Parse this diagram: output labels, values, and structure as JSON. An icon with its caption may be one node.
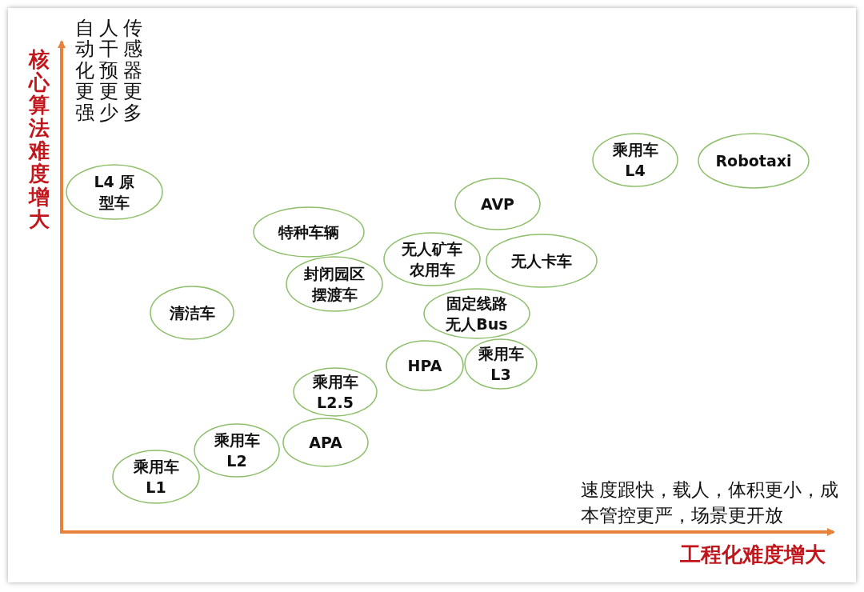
{
  "diagram": {
    "nodes": [
      {
        "text": [
          "乘用车 L4"
        ]
      },
      {
        "text": [
          "Robotaxi"
        ]
      },
      {
        "text": [
          "L4 原型车"
        ]
      },
      {
        "text": [
          "AVP"
        ]
      },
      {
        "text": [
          "特种车辆"
        ]
      },
      {
        "text": [
          "无人矿车农用车"
        ]
      },
      {
        "text": [
          "无人卡车"
        ]
      },
      {
        "text": [
          "封闭园区摆渡车"
        ]
      },
      {
        "text": [
          "清洁车"
        ]
      },
      {
        "text": [
          "固定线路无人Bus"
        ]
      },
      {
        "text": [
          "HPA"
        ]
      },
      {
        "text": [
          "乘用车 L3"
        ]
      },
      {
        "text": [
          "乘用车 L2.5"
        ]
      },
      {
        "text": [
          "APA"
        ]
      },
      {
        "text": [
          "乘用车 L2"
        ]
      },
      {
        "text": [
          "乘用车 L1"
        ]
      }
    ],
    "edges": [],
    "labels": [
      "核心算法难度增大",
      "自动化更强",
      "人干预更少",
      "传感器更多",
      "速度跟快，载人，体积更小，成本管控更严，场景更开放",
      "工程化难度增大"
    ]
  }
}
